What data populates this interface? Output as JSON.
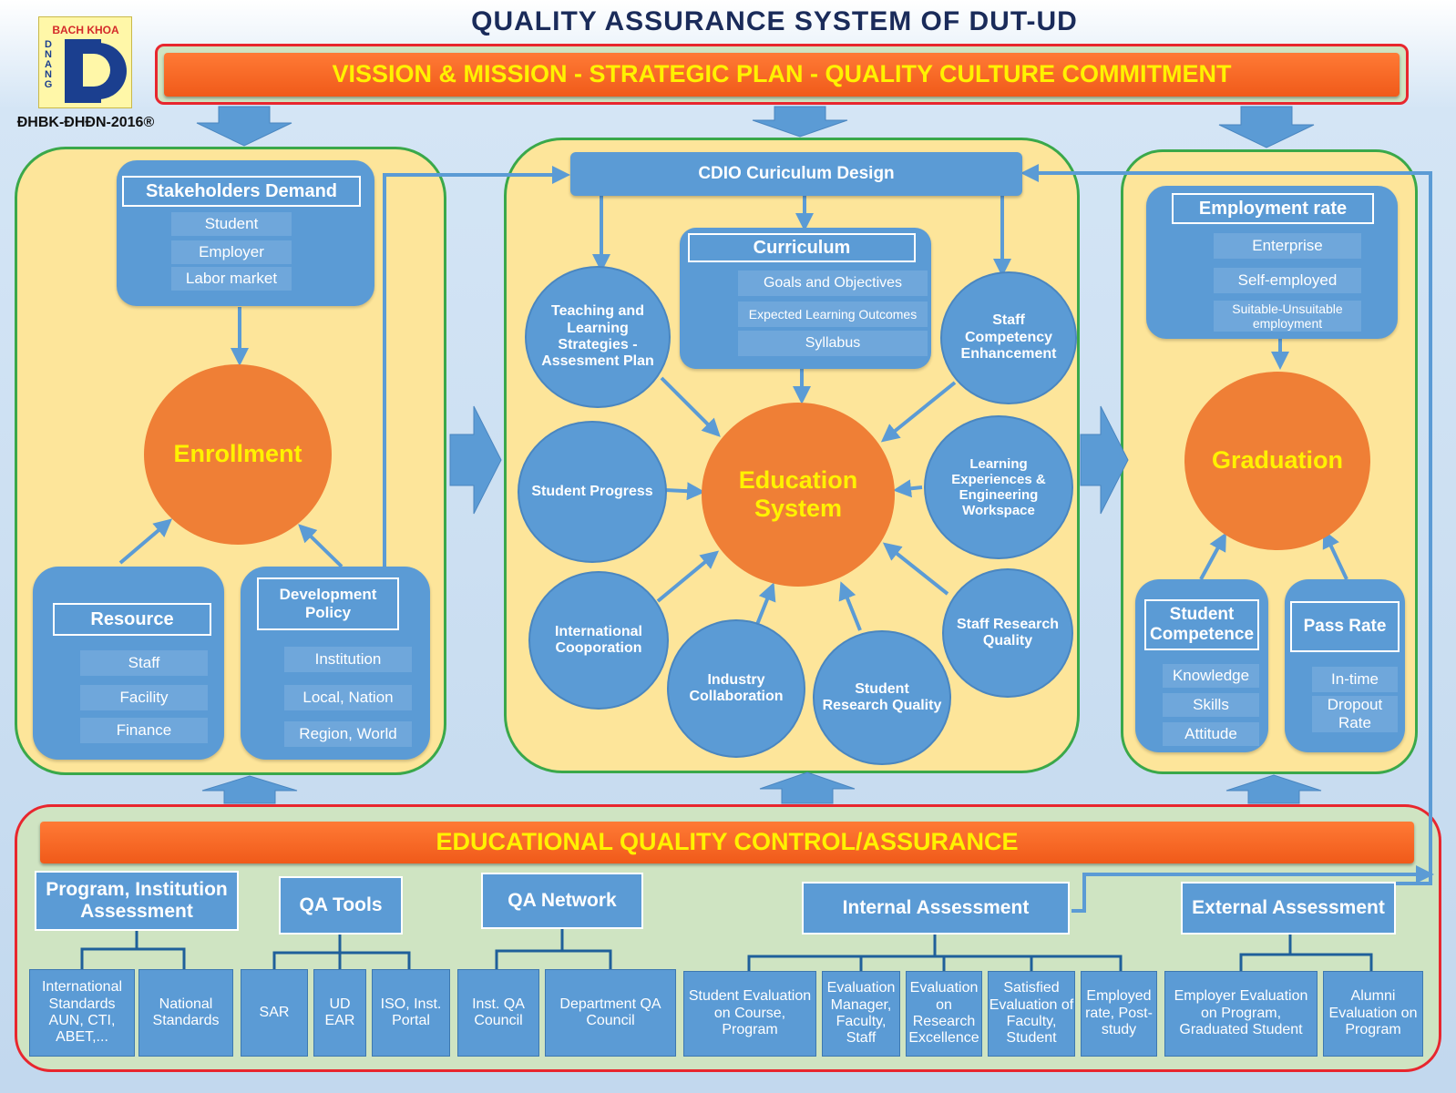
{
  "header": {
    "title": "QUALITY ASSURANCE SYSTEM OF DUT-UD",
    "logo_text": "BACH KHOA",
    "logo_vertical": "DNANG",
    "logo_caption": "ĐHBK-ĐHĐN-2016®",
    "banner_top": "VISSION & MISSION - STRATEGIC PLAN - QUALITY CULTURE COMMITMENT"
  },
  "left": {
    "stakeholders": {
      "title": "Stakeholders Demand",
      "items": [
        "Student",
        "Employer",
        "Labor market"
      ]
    },
    "enrollment": "Enrollment",
    "resource": {
      "title": "Resource",
      "items": [
        "Staff",
        "Facility",
        "Finance"
      ]
    },
    "policy": {
      "title": "Development Policy",
      "items": [
        "Institution",
        "Local, Nation",
        "Region, World"
      ]
    }
  },
  "center": {
    "cdio": "CDIO Curiculum Design",
    "curriculum": {
      "title": "Curriculum",
      "items": [
        "Goals and Objectives",
        "Expected Learning Outcomes",
        "Syllabus"
      ]
    },
    "core": "Education System",
    "circles": {
      "teaching": "Teaching and Learning Strategies - Assesment Plan",
      "staff_comp": "Staff Competency Enhancement",
      "progress": "Student Progress",
      "learning": "Learning Experiences & Engineering Workspace",
      "international": "International Cooporation",
      "industry": "Industry Collaboration",
      "student_research": "Student Research Quality",
      "staff_research": "Staff Research Quality"
    }
  },
  "right": {
    "employment": {
      "title": "Employment rate",
      "items": [
        "Enterprise",
        "Self-employed",
        "Suitable-Unsuitable employment"
      ]
    },
    "graduation": "Graduation",
    "competence": {
      "title": "Student Competence",
      "items": [
        "Knowledge",
        "Skills",
        "Attitude"
      ]
    },
    "passrate": {
      "title": "Pass Rate",
      "items": [
        "In-time",
        "Dropout Rate"
      ]
    }
  },
  "bottom": {
    "banner": "EDUCATIONAL QUALITY CONTROL/ASSURANCE",
    "groups": {
      "program": {
        "title": "Program, Institution Assessment",
        "leaves": [
          "International Standards AUN, CTI, ABET,...",
          "National Standards"
        ]
      },
      "tools": {
        "title": "QA Tools",
        "leaves": [
          "SAR",
          "UD EAR",
          "ISO, Inst. Portal"
        ]
      },
      "network": {
        "title": "QA Network",
        "leaves": [
          "Inst. QA Council",
          "Department QA Council"
        ]
      },
      "internal": {
        "title": "Internal Assessment",
        "leaves": [
          "Student Evaluation on Course, Program",
          "Evaluation Manager, Faculty, Staff",
          "Evaluation on Research Excellence",
          "Satisfied Evaluation of Faculty, Student",
          "Employed rate, Post-study"
        ]
      },
      "external": {
        "title": "External Assessment",
        "leaves": [
          "Employer Evaluation on Program, Graduated Student",
          "Alumni Evaluation on Program"
        ]
      }
    }
  },
  "colors": {
    "accent_orange": "#ef7f36",
    "banner_text": "#fff200",
    "box_blue": "#5b9bd5",
    "panel_yellow": "#fde59a",
    "panel_green": "#cfe4c2",
    "border_red": "#e8262e",
    "border_green": "#3aa84a",
    "title_navy": "#1a2b5a"
  }
}
